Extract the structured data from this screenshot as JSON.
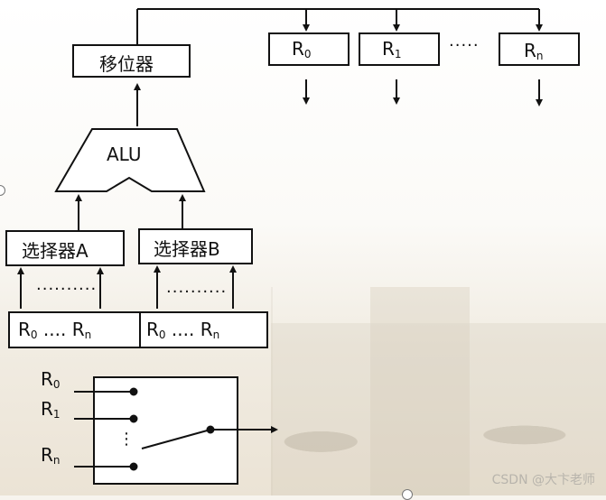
{
  "shifter": {
    "label": "移位器"
  },
  "alu": {
    "label": "ALU"
  },
  "registers_top": [
    {
      "base": "R",
      "sub": "0"
    },
    {
      "base": "R",
      "sub": "1"
    },
    {
      "base": "R",
      "sub": "n"
    }
  ],
  "registers_ellipsis": "·····",
  "selector_a": {
    "label": "选择器A"
  },
  "selector_b": {
    "label": "选择器B"
  },
  "input_dots": "··········",
  "input_row": {
    "r0_base": "R",
    "r0_sub": "0",
    "mid": "....",
    "rn_base": "R",
    "rn_sub": "n"
  },
  "mux_inputs": [
    {
      "base": "R",
      "sub": "0"
    },
    {
      "base": "R",
      "sub": "1"
    },
    {
      "base": "R",
      "sub": "n"
    }
  ],
  "mux_vdots": "⋮",
  "watermark": "CSDN @大卞老师",
  "colors": {
    "line": "#111111",
    "box_fill": "#ffffff"
  }
}
